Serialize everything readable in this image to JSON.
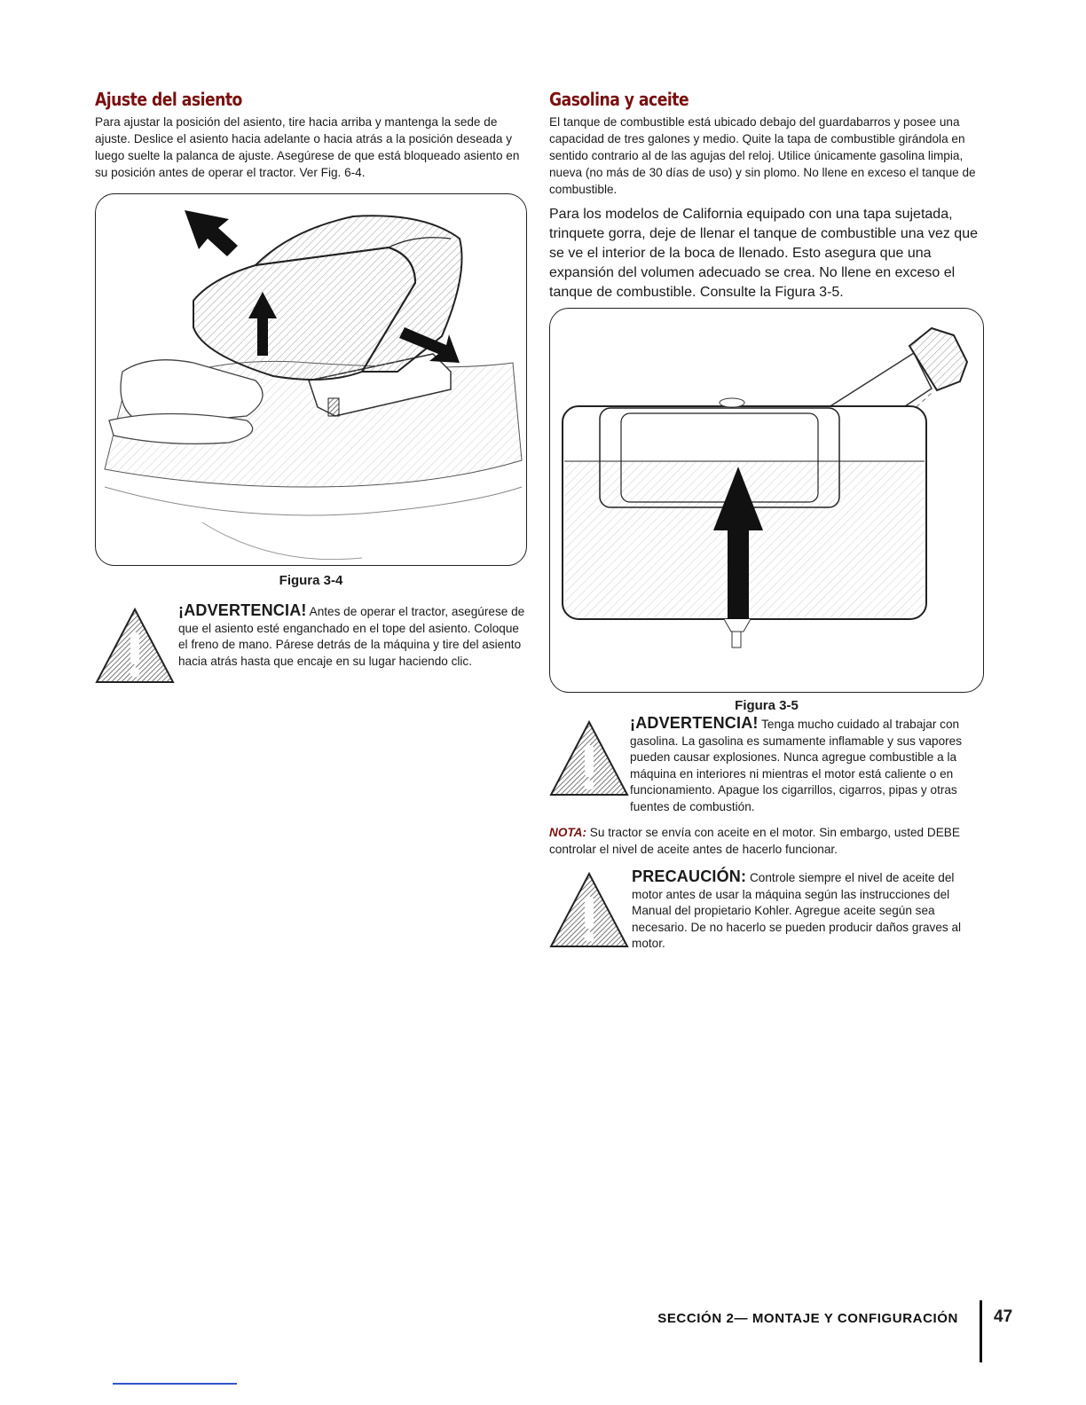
{
  "left": {
    "heading": "Ajuste del asiento",
    "body": "Para ajustar la posición del asiento, tire hacia arriba y mantenga la sede de ajuste. Deslice el asiento hacia adelante o hacia atrás a la posición deseada y luego suelte la palanca de ajuste. Asegúrese de que está bloqueado asiento en su posición antes de operar el tractor. Ver Fig. 6-4.",
    "figure_caption": "Figura 3-4",
    "warning": {
      "label": "¡ADVERTENCIA!",
      "text": " Antes de operar el tractor, asegúrese de que el asiento esté enganchado en el tope del asiento. Coloque el freno de mano. Párese detrás de la máquina y tire del asiento hacia atrás hasta que encaje en su lugar haciendo clic."
    }
  },
  "right": {
    "heading": "Gasolina y aceite",
    "body1": "El tanque de combustible está ubicado debajo del guardabarros y posee una capacidad de tres galones y medio. Quite la tapa de combustible girándola en sentido contrario al de las agujas del reloj. Utilice únicamente gasolina limpia, nueva (no más de 30 días de uso) y sin plomo. No llene en exceso el tanque de combustible.",
    "body2": "Para los modelos de California equipado con una tapa sujetada, trinquete gorra, deje de llenar el tanque de combustible una vez que se ve el interior de la boca de llenado. Esto asegura que una expansión del volumen adecuado se crea. No llene en exceso el tanque de combustible. Consulte la Figura 3-5.",
    "figure_caption": "Figura 3-5",
    "warning": {
      "label": "¡ADVERTENCIA!",
      "text": " Tenga mucho cuidado al trabajar con gasolina. La gasolina es sumamente inflamable y sus vapores pueden causar explosiones. Nunca agregue combustible a la máquina en interiores ni mientras el motor está caliente o en funcionamiento. Apague los cigarrillos, cigarros, pipas y otras fuentes de combustión."
    },
    "note": {
      "label": "NOTA:",
      "text": " Su tractor se envía con aceite en el motor. Sin embargo, usted DEBE controlar el nivel de aceite antes de hacerlo funcionar."
    },
    "caution": {
      "label": "PRECAUCIÓN:",
      "text": " Controle siempre el nivel de aceite del motor antes de usar la máquina según las instrucciones del Manual del propietario Kohler. Agregue aceite según sea necesario. De no hacerlo se pueden producir daños graves al motor."
    }
  },
  "footer": {
    "section": "SECCIÓN 2— MONTAJE Y CONFIGURACIÓN",
    "page": "47"
  },
  "icons": [
    "warning-triangle-icon"
  ]
}
